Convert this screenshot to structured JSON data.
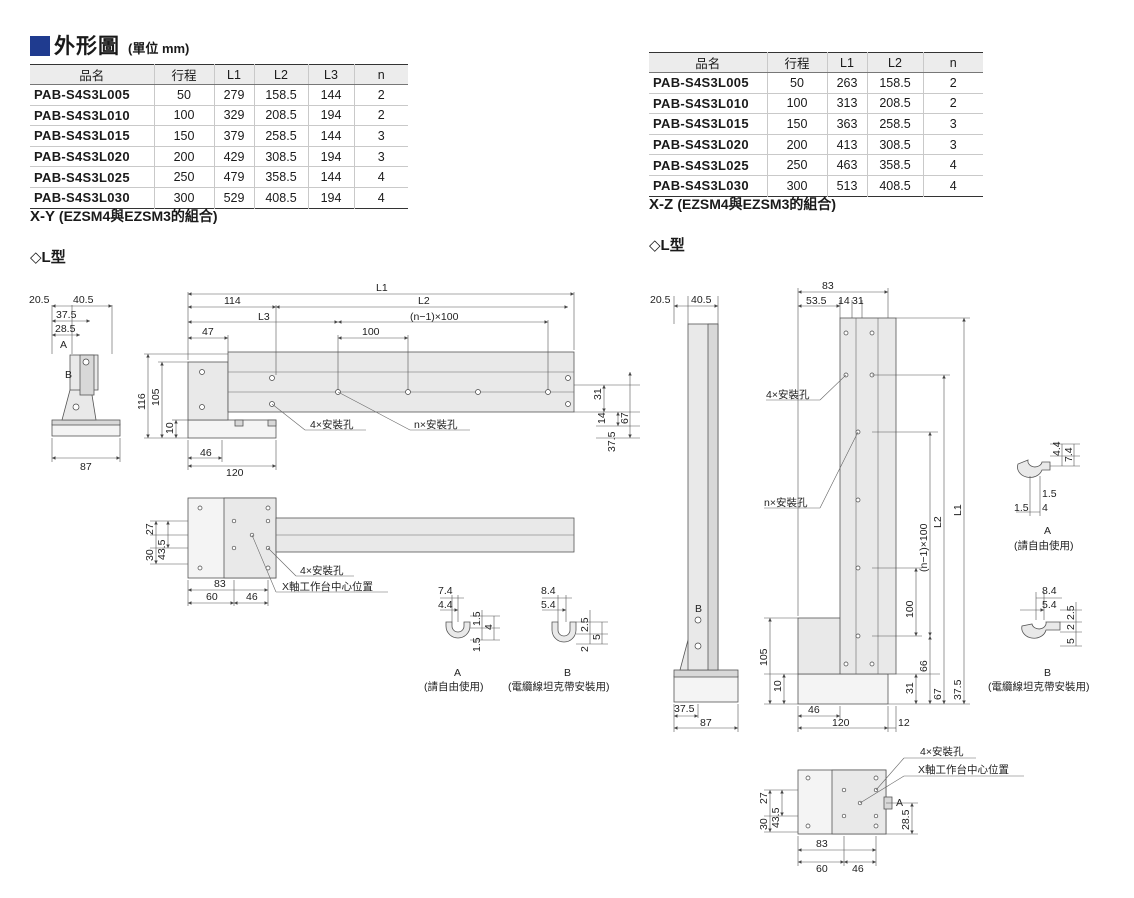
{
  "heading": {
    "title": "外形圖",
    "unit": "(單位 mm)"
  },
  "table_xy": {
    "headers": [
      "品名",
      "行程",
      "L1",
      "L2",
      "L3",
      "n"
    ],
    "rows": [
      [
        "PAB-S4S3L005",
        "50",
        "279",
        "158.5",
        "144",
        "2"
      ],
      [
        "PAB-S4S3L010",
        "100",
        "329",
        "208.5",
        "194",
        "2"
      ],
      [
        "PAB-S4S3L015",
        "150",
        "379",
        "258.5",
        "144",
        "3"
      ],
      [
        "PAB-S4S3L020",
        "200",
        "429",
        "308.5",
        "194",
        "3"
      ],
      [
        "PAB-S4S3L025",
        "250",
        "479",
        "358.5",
        "144",
        "4"
      ],
      [
        "PAB-S4S3L030",
        "300",
        "529",
        "408.5",
        "194",
        "4"
      ]
    ]
  },
  "table_xz": {
    "headers": [
      "品名",
      "行程",
      "L1",
      "L2",
      "n"
    ],
    "rows": [
      [
        "PAB-S4S3L005",
        "50",
        "263",
        "158.5",
        "2"
      ],
      [
        "PAB-S4S3L010",
        "100",
        "313",
        "208.5",
        "2"
      ],
      [
        "PAB-S4S3L015",
        "150",
        "363",
        "258.5",
        "3"
      ],
      [
        "PAB-S4S3L020",
        "200",
        "413",
        "308.5",
        "3"
      ],
      [
        "PAB-S4S3L025",
        "250",
        "463",
        "358.5",
        "4"
      ],
      [
        "PAB-S4S3L030",
        "300",
        "513",
        "408.5",
        "4"
      ]
    ]
  },
  "xy": {
    "title": "X-Y",
    "combo": "(EZSM4與EZSM3的組合)",
    "type": "◇L型"
  },
  "xz": {
    "title": "X-Z",
    "combo": "(EZSM4與EZSM3的組合)",
    "type": "◇L型"
  },
  "labels": {
    "mount4": "4×安裝孔",
    "mountn": "n×安裝孔",
    "center": "X軸工作台中心位置",
    "a_letter": "A",
    "b_letter": "B",
    "a_caption": "(請自由使用)",
    "b_caption": "(電纜線坦克帶安裝用)",
    "pitch": "(n−1)×100"
  },
  "dims": {
    "d205": "20.5",
    "d405": "40.5",
    "d375": "37.5",
    "d285": "28.5",
    "d87": "87",
    "d116": "116",
    "d105": "105",
    "d10": "10",
    "d46": "46",
    "d120": "120",
    "d114": "114",
    "d47": "47",
    "d100": "100",
    "d31": "31",
    "d14": "14",
    "d67": "67",
    "d27": "27",
    "d30": "30",
    "d435": "43.5",
    "d83": "83",
    "d60": "60",
    "d74": "7.4",
    "d44": "4.4",
    "d15": "1.5",
    "d4": "4",
    "d84": "8.4",
    "d54": "5.4",
    "d25": "2.5",
    "d2": "2",
    "d5": "5",
    "d535": "53.5",
    "d12": "12",
    "d66": "66",
    "L1": "L1",
    "L2": "L2",
    "L3": "L3"
  }
}
